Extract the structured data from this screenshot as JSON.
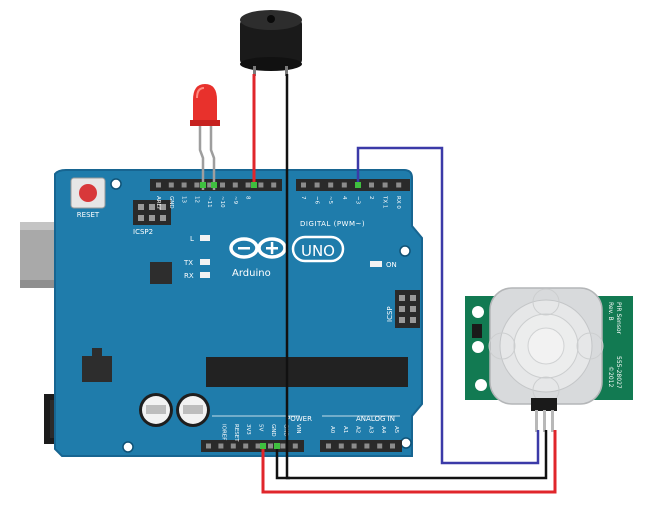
{
  "board": {
    "reset_label": "RESET",
    "icsp2_label": "ICSP2",
    "icsp_label": "ICSP",
    "l_label": "L",
    "tx_label": "TX",
    "rx_label": "RX",
    "on_label": "ON",
    "uno_label": "UNO",
    "brand_label": "Arduino",
    "digital_label": "DIGITAL (PWM~)",
    "power_label": "POWER",
    "analog_label": "ANALOG IN",
    "top_header_pins": [
      "AREF",
      "GND",
      "13",
      "12",
      "~11",
      "~10",
      "~9",
      "8",
      "7",
      "~6",
      "~5",
      "4",
      "~3",
      "2",
      "TX 1",
      "RX 0"
    ],
    "power_pins": [
      "IOREF",
      "RESET",
      "3V3",
      "5V",
      "GND",
      "GND",
      "VIN"
    ],
    "analog_pins": [
      "A0",
      "A1",
      "A2",
      "A3",
      "A4",
      "A5"
    ]
  },
  "pir_sensor": {
    "side_text_1": "PIR Sensor",
    "side_text_2": "Rev. B",
    "side_text_3": "555-28027",
    "side_text_4": "©2012"
  },
  "colors": {
    "board": "#1f7cab",
    "board_dark": "#176591",
    "header": "#2a2a2a",
    "wire_red": "#e0262b",
    "wire_black": "#111111",
    "wire_blue": "#3b3aa8",
    "led": "#e8312c",
    "pcb_green": "#127a52",
    "dome": "#d8dadc"
  }
}
